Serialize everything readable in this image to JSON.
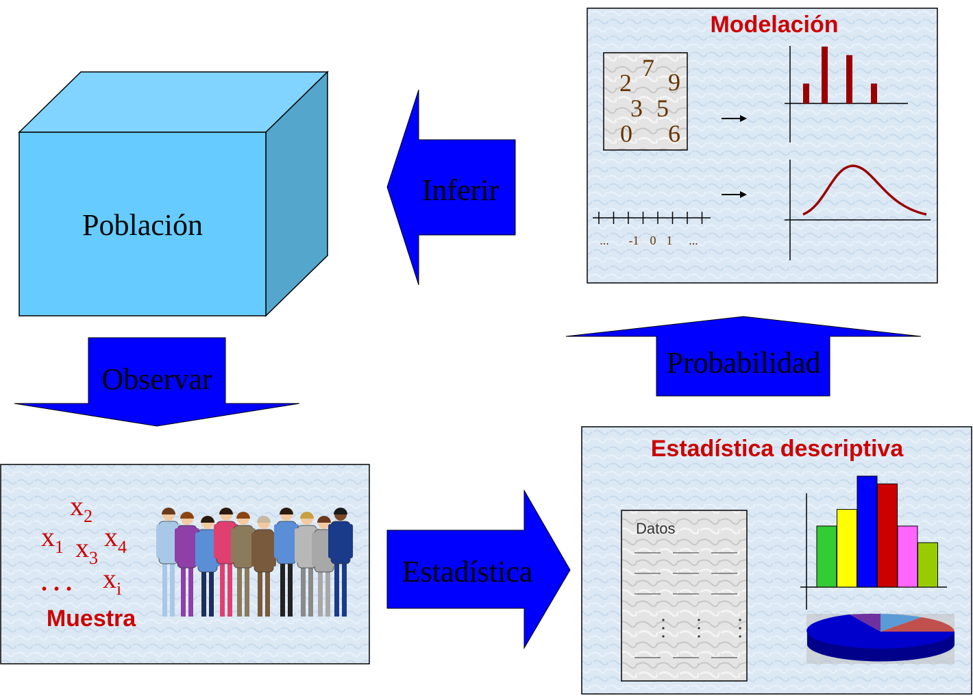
{
  "colors": {
    "cube_front": "#66CCFF",
    "cube_top": "#80D4FF",
    "cube_side": "#55A6CC",
    "arrow_blue": "#0000FF",
    "red_text": "#CC0000",
    "brown_digits": "#663300",
    "dark_red_bars": "#990000",
    "panel_bg": "#DCE9F4"
  },
  "poblacion": {
    "label": "Población"
  },
  "arrows": {
    "inferir": "Inferir",
    "observar": "Observar",
    "probabilidad": "Probabilidad",
    "estadistica": "Estadística"
  },
  "modelacion": {
    "title": "Modelación",
    "digits": [
      "2",
      "7",
      "9",
      "3",
      "5",
      "0",
      "6"
    ],
    "discrete_bars": [
      0.35,
      1.0,
      0.85,
      0.35
    ],
    "axis_ticks": [
      "...",
      "-1",
      "0",
      "1",
      "..."
    ]
  },
  "muestra": {
    "x_base": "x",
    "subscripts": [
      "2",
      "1",
      "3",
      "4",
      "i"
    ],
    "ellipsis": ". . .",
    "label": "Muestra",
    "people_icon": "group-of-people-icon"
  },
  "descriptiva": {
    "title": "Estadística descriptiva",
    "datos_label": "Datos",
    "bar_values": [
      0.55,
      0.7,
      1.0,
      0.93,
      0.55,
      0.4
    ],
    "bar_colors": [
      "#33CC33",
      "#FFFF00",
      "#0000FF",
      "#CC0000",
      "#FF66FF",
      "#99CC00"
    ],
    "pie_colors": [
      "#0000CC",
      "#5B9BD5",
      "#C0504D",
      "#7030A0"
    ]
  }
}
